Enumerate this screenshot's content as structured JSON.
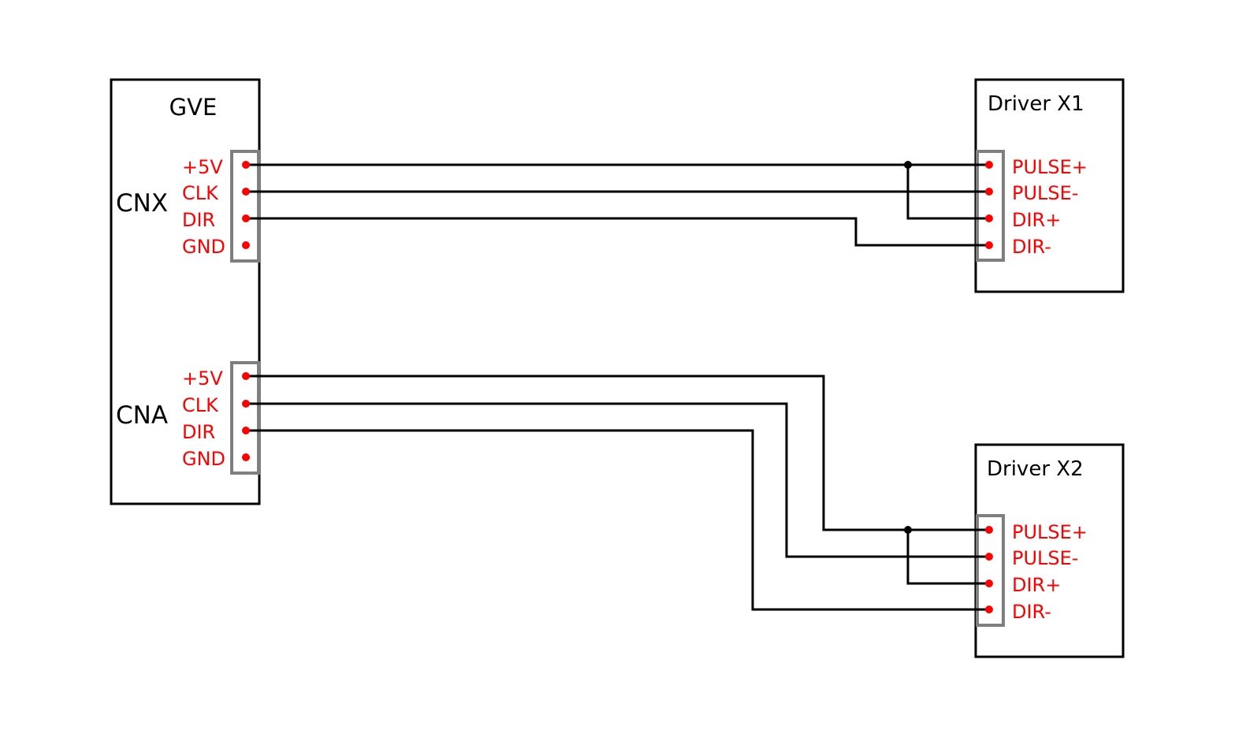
{
  "colors": {
    "wire": "#000000",
    "box_outline": "#000000",
    "connector_outline": "#7f7f7f",
    "pin_label": "#ff0000",
    "pin_dot": "#ff0000",
    "background": "#ffffff"
  },
  "gve": {
    "title": "GVE",
    "cnx": {
      "label": "CNX",
      "pins": [
        "+5V",
        "CLK",
        "DIR",
        "GND"
      ]
    },
    "cna": {
      "label": "CNA",
      "pins": [
        "+5V",
        "CLK",
        "DIR",
        "GND"
      ]
    }
  },
  "driver_x1": {
    "title": "Driver X1",
    "pins": [
      "PULSE+",
      "PULSE-",
      "DIR+",
      "DIR-"
    ]
  },
  "driver_x2": {
    "title": "Driver X2",
    "pins": [
      "PULSE+",
      "PULSE-",
      "DIR+",
      "DIR-"
    ]
  },
  "connections": [
    {
      "from": "CNX +5V",
      "to": "Driver X1 PULSE+"
    },
    {
      "from": "CNX +5V",
      "to": "Driver X1 DIR+"
    },
    {
      "from": "CNX CLK",
      "to": "Driver X1 PULSE-"
    },
    {
      "from": "CNX DIR",
      "to": "Driver X1 DIR-"
    },
    {
      "from": "CNA +5V",
      "to": "Driver X2 PULSE+"
    },
    {
      "from": "CNA +5V",
      "to": "Driver X2 DIR+"
    },
    {
      "from": "CNA CLK",
      "to": "Driver X2 PULSE-"
    },
    {
      "from": "CNA DIR",
      "to": "Driver X2 DIR-"
    }
  ]
}
